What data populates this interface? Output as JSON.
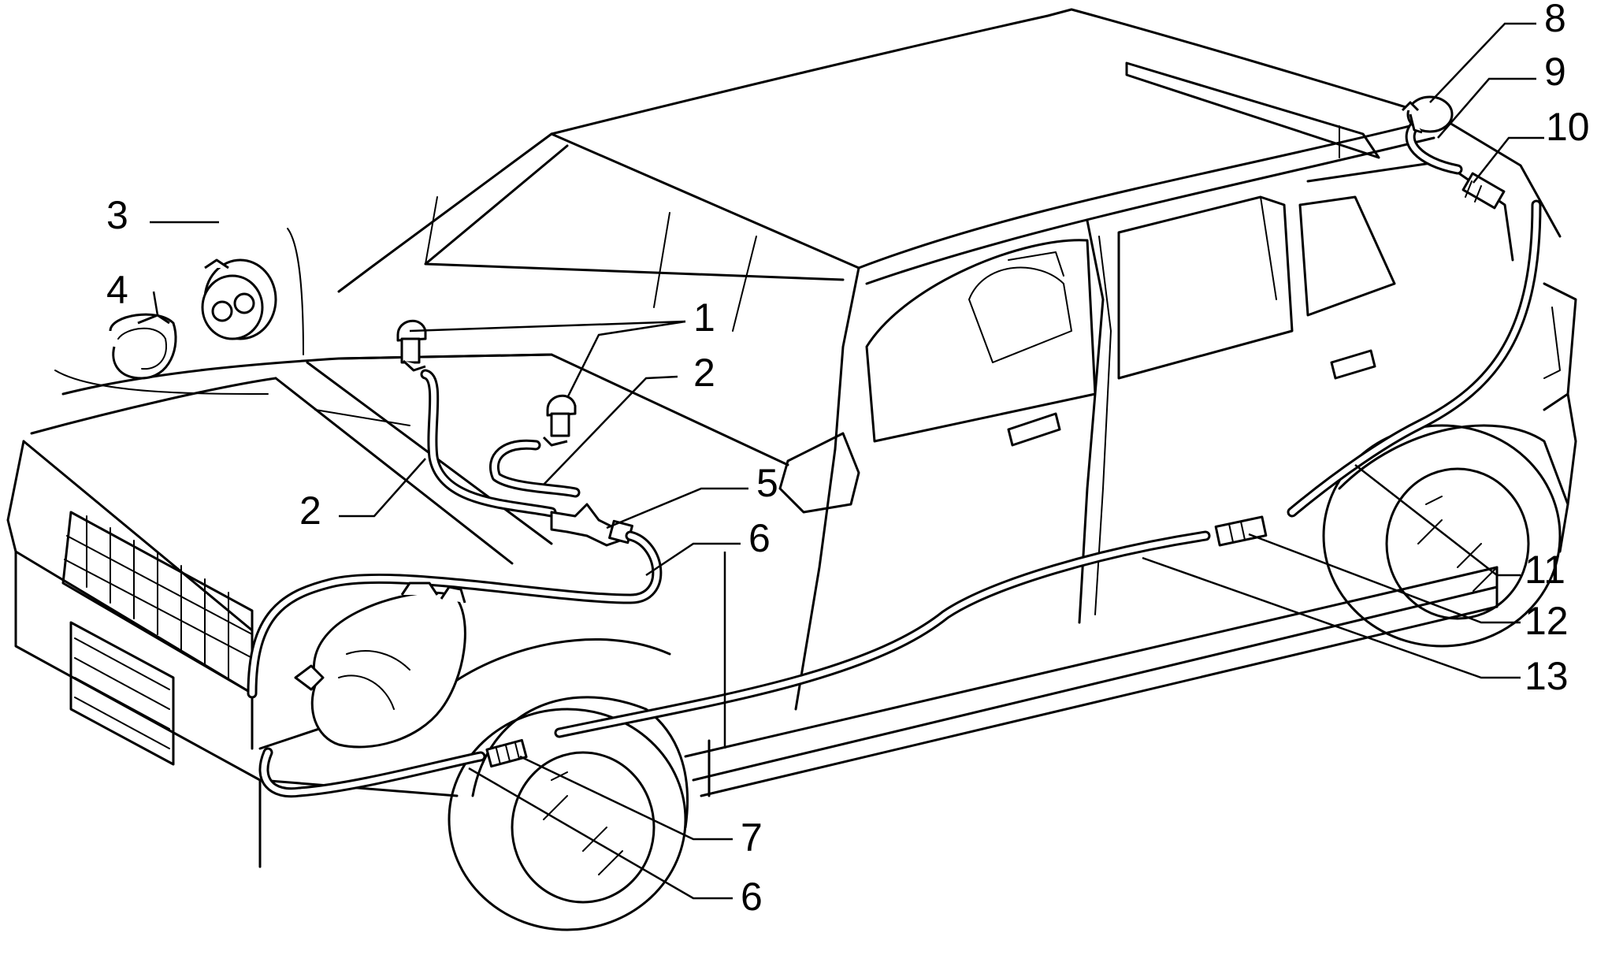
{
  "callouts": [
    {
      "id": "c1",
      "label": "1"
    },
    {
      "id": "c2a",
      "label": "2"
    },
    {
      "id": "c2b",
      "label": "2"
    },
    {
      "id": "c3",
      "label": "3"
    },
    {
      "id": "c4",
      "label": "4"
    },
    {
      "id": "c5",
      "label": "5"
    },
    {
      "id": "c6a",
      "label": "6"
    },
    {
      "id": "c6b",
      "label": "6"
    },
    {
      "id": "c7",
      "label": "7"
    },
    {
      "id": "c8",
      "label": "8"
    },
    {
      "id": "c9",
      "label": "9"
    },
    {
      "id": "c10",
      "label": "10"
    },
    {
      "id": "c11",
      "label": "11"
    },
    {
      "id": "c12",
      "label": "12"
    },
    {
      "id": "c13",
      "label": "13"
    }
  ]
}
